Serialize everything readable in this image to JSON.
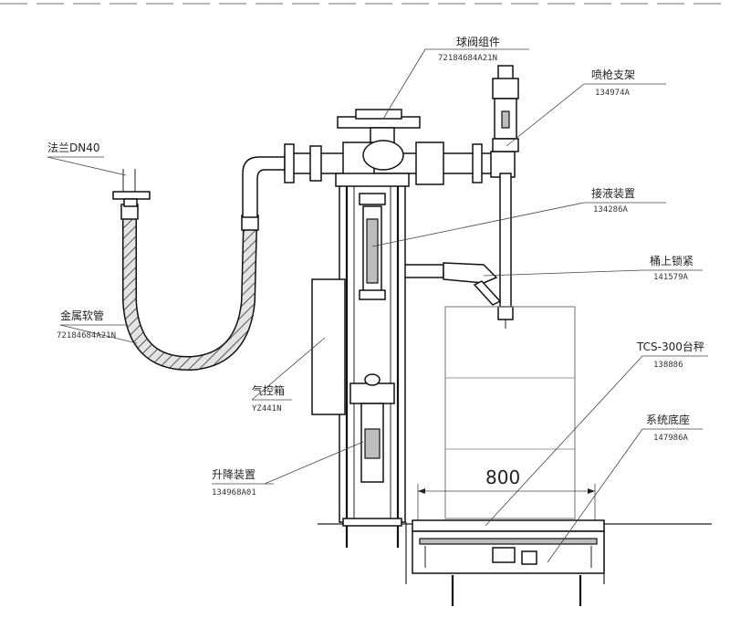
{
  "callouts": {
    "ball_valve": {
      "name": "球阀组件",
      "code": "72184684A21N"
    },
    "nozzle_bracket": {
      "name": "喷枪支架",
      "code": "134974A"
    },
    "flange": {
      "name": "法兰DN40"
    },
    "drip_tray": {
      "name": "接液装置",
      "code": "134286A"
    },
    "upper_clamp": {
      "name": "桶上锁紧",
      "code": "141579A"
    },
    "metal_hose": {
      "name": "金属软管",
      "code": "72184684A21N"
    },
    "scale": {
      "name": "TCS-300台秤",
      "code": "138886"
    },
    "control_box": {
      "name": "气控箱",
      "code": "YZ441N"
    },
    "base": {
      "name": "系统底座",
      "code": "147986A"
    },
    "lift": {
      "name": "升降装置",
      "code": "134968A01"
    }
  },
  "dimension": {
    "width_label": "800"
  },
  "colors": {
    "line": "#222222",
    "paper": "#ffffff",
    "hatch": "#bdbdbd"
  }
}
